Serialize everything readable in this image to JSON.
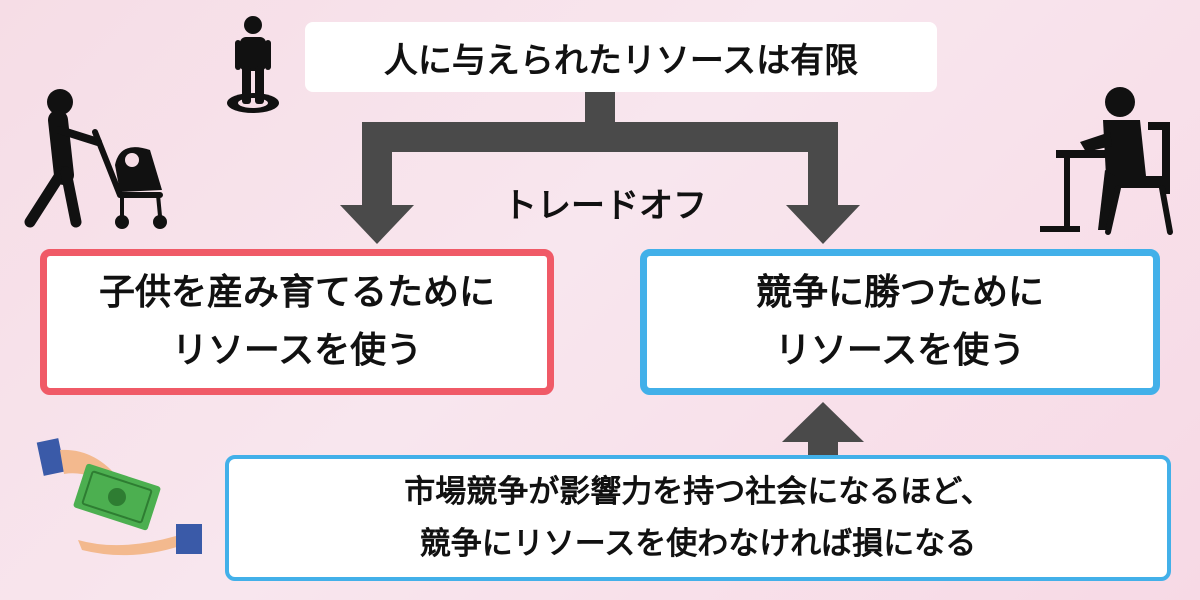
{
  "title": "人に与えられたリソースは有限",
  "tradeoff": "トレードオフ",
  "left_box": {
    "line1": "子供を産み育てるために",
    "line2": "リソースを使う"
  },
  "right_box": {
    "line1": "競争に勝つために",
    "line2": "リソースを使う"
  },
  "bottom_box": {
    "line1": "市場競争が影響力を持つ社会になるほど、",
    "line2": "競争にリソースを使わなければ損になる"
  },
  "colors": {
    "left_border": "#f05a67",
    "right_border": "#42b0e9",
    "arrow": "#4a4a4a",
    "icon": "#111111",
    "money": "#4caf50",
    "sleeve": "#3a5aa8",
    "hand": "#f3b98e"
  },
  "icons": [
    "person-standing-icon",
    "person-with-stroller-icon",
    "person-studying-at-desk-icon",
    "money-handover-icon"
  ]
}
